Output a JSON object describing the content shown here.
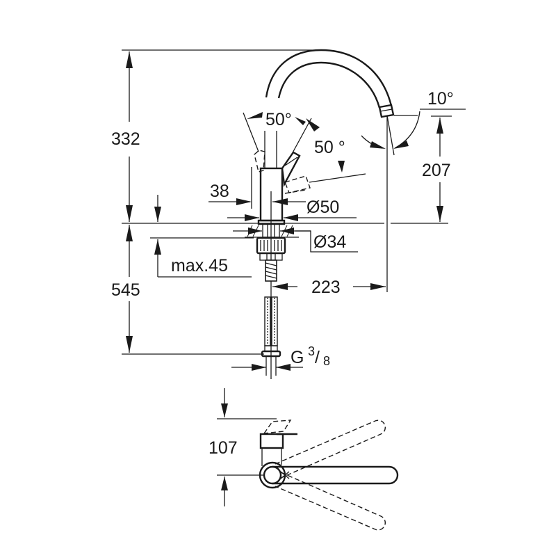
{
  "drawing": {
    "title": "Kitchen faucet dimension drawing",
    "line_color": "#1a1a1a",
    "background": "#ffffff",
    "units": "mm",
    "front_view": {
      "dimensions": {
        "total_height_above_deck": "332",
        "spout_outlet_height": "207",
        "below_deck_length": "545",
        "spout_reach": "223",
        "lever_offset": "38",
        "body_diameter": "Ø50",
        "mounting_hole_diameter": "Ø34",
        "max_deck_thickness": "max.45",
        "connection_thread_main": "G",
        "connection_thread_sup": "3",
        "connection_thread_sep": "/",
        "connection_thread_sub": "8"
      },
      "angles": {
        "lever_front_back": "50°",
        "lever_up": "50 °",
        "aerator_swivel": "10°"
      }
    },
    "top_view": {
      "dimensions": {
        "lever_clearance": "107"
      }
    }
  }
}
